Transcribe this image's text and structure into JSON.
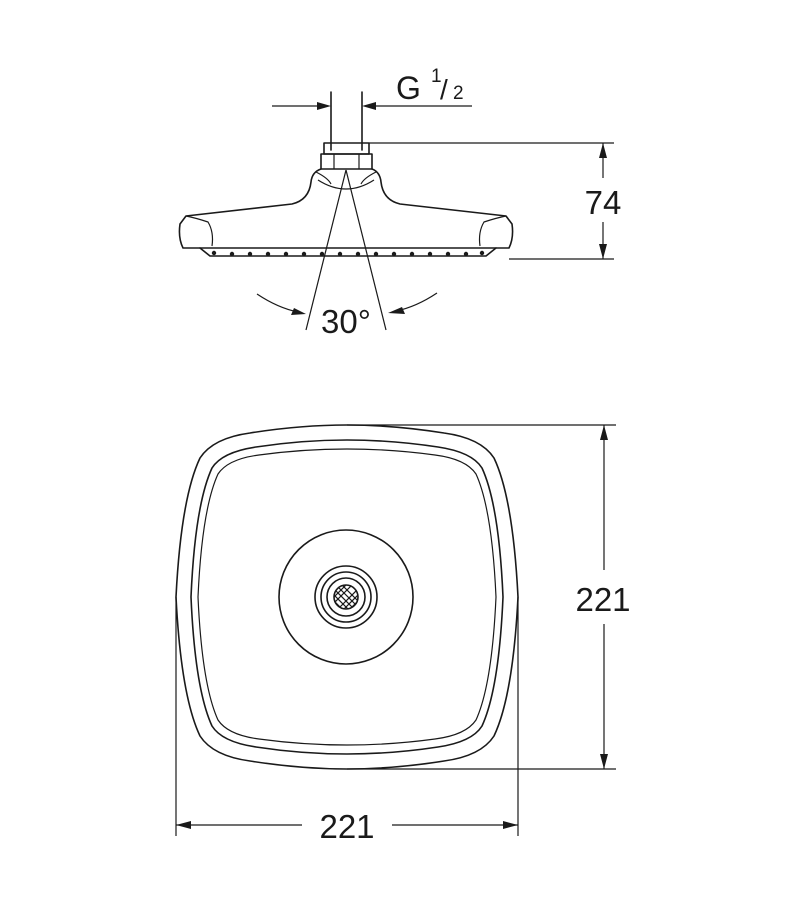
{
  "side_view": {
    "thread_label": "G",
    "thread_numerator": "1",
    "thread_denominator": "2",
    "height_dimension": "74",
    "tilt_angle": "30°"
  },
  "top_view": {
    "height_dimension": "221",
    "width_dimension": "221"
  }
}
